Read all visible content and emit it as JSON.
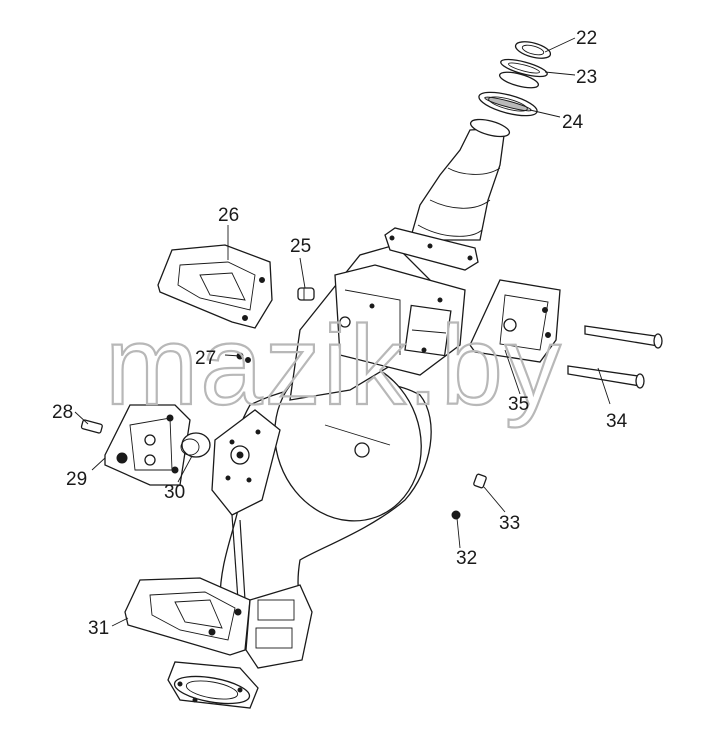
{
  "diagram": {
    "watermark": "mazik.by",
    "callouts": [
      "22",
      "23",
      "24",
      "25",
      "26",
      "27",
      "28",
      "29",
      "30",
      "31",
      "32",
      "33",
      "34",
      "35"
    ]
  }
}
